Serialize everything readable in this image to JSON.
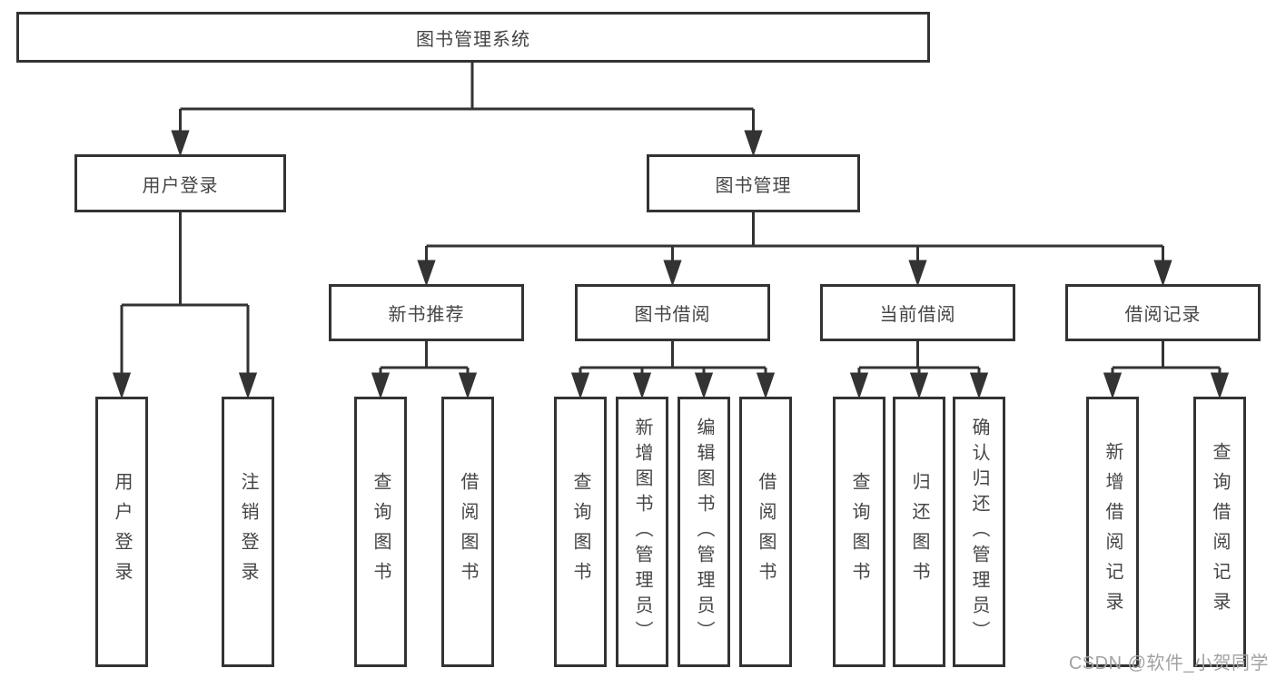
{
  "tree": {
    "root": {
      "label": "图书管理系统"
    },
    "children": [
      {
        "label": "用户登录",
        "leaves": [
          "用户登录",
          "注销登录"
        ]
      },
      {
        "label": "图书管理",
        "children": [
          {
            "label": "新书推荐",
            "leaves": [
              "查询图书",
              "借阅图书"
            ]
          },
          {
            "label": "图书借阅",
            "leaves": [
              "查询图书",
              "新增图书（管理员）",
              "编辑图书（管理员）",
              "借阅图书"
            ]
          },
          {
            "label": "当前借阅",
            "leaves": [
              "查询图书",
              "归还图书",
              "确认归还（管理员）"
            ]
          },
          {
            "label": "借阅记录",
            "leaves": [
              "新增借阅记录",
              "查询借阅记录"
            ]
          }
        ]
      }
    ]
  },
  "watermark": {
    "text": "CSDN @软件_小贺同学"
  },
  "colors": {
    "line": "#333333",
    "box_border": "#333333",
    "text": "#454545",
    "watermark": "#a2a2a2",
    "background": "#ffffff"
  }
}
